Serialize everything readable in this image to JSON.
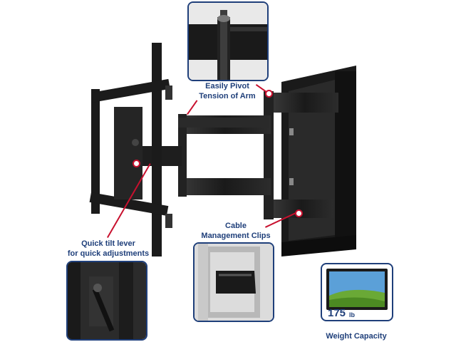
{
  "callouts": {
    "pivot": {
      "line1": "Easily Pivot",
      "line2": "Tension of Arm"
    },
    "tilt": {
      "line1": "Quick tilt lever",
      "line2": "for quick adjustments"
    },
    "cable": {
      "line1": "Cable",
      "line2": "Management Clips"
    }
  },
  "capacity": {
    "number": "175",
    "unit": "lb",
    "label": "Weight Capacity"
  },
  "colors": {
    "accent": "#1f3f7a",
    "leader": "#c8102e",
    "metal": "#1c1c1c"
  }
}
